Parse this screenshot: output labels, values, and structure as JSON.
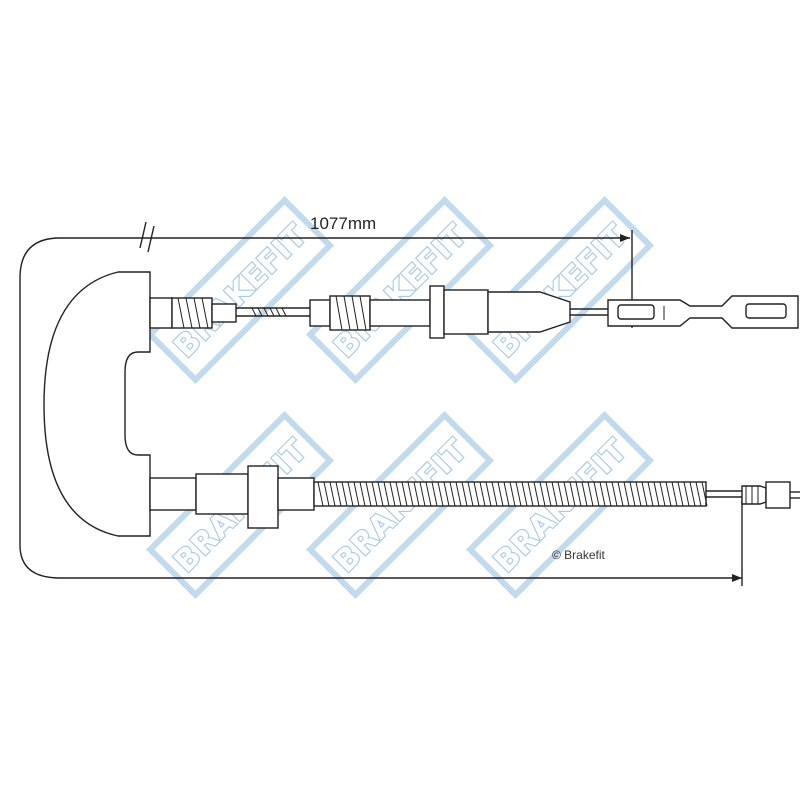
{
  "dimension": {
    "length_label": "1077mm"
  },
  "watermark": {
    "text": "BRAKEFIT"
  },
  "copyright": {
    "text": "© Brakefit"
  },
  "colors": {
    "line": "#222222",
    "watermark": "#9cc3e0"
  }
}
